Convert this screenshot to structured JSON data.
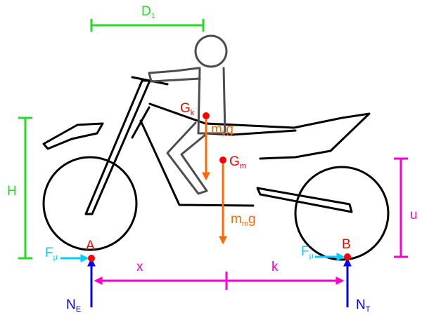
{
  "colors": {
    "outline": "#000000",
    "rider": "#4d4d4d",
    "point": "#ff0000",
    "force_weight": "#ff6a00",
    "dimension_green": "#22dd22",
    "dimension_magenta": "#ff00cc",
    "normal_force": "#0000ff",
    "friction": "#00ccff"
  },
  "labels": {
    "d1": {
      "main": "D",
      "sub": "1"
    },
    "h": "H",
    "u": "u",
    "x": "x",
    "k": "k",
    "a": "A",
    "b": "B",
    "gk": {
      "main": "G",
      "sub": "k"
    },
    "gm": {
      "main": "G",
      "sub": "m"
    },
    "mkg": {
      "pre": "m",
      "sub": "k",
      "post": "g"
    },
    "mmg": {
      "pre": "m",
      "sub": "m",
      "post": "g"
    },
    "fmu_left": {
      "main": "F",
      "sub": "μ"
    },
    "fmu_right": {
      "main": "F",
      "sub": "μ"
    },
    "ne": {
      "main": "N",
      "sub": "E"
    },
    "nt": {
      "main": "N",
      "sub": "T"
    }
  }
}
